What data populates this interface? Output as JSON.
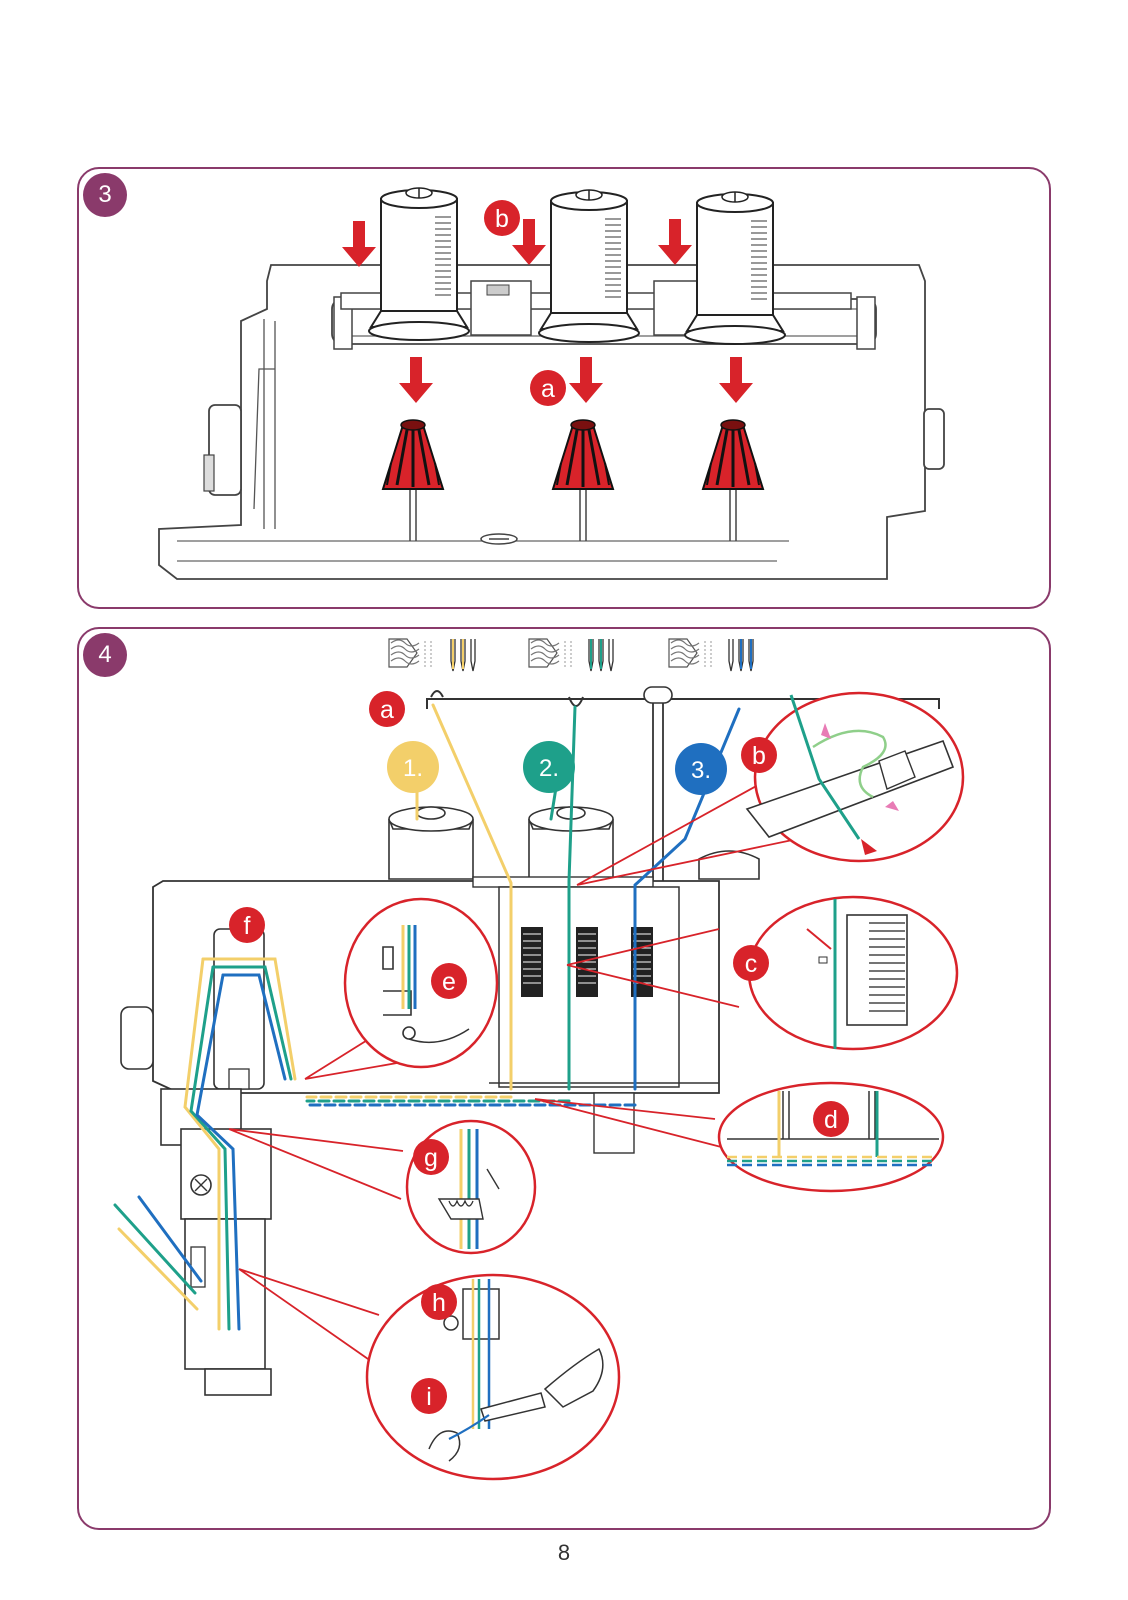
{
  "steps": [
    {
      "number": "3",
      "callouts": [
        "b",
        "a"
      ]
    },
    {
      "number": "4",
      "callouts": [
        "a",
        "b",
        "c",
        "d",
        "e",
        "f",
        "g",
        "h",
        "i"
      ],
      "thread_order": [
        "1.",
        "2.",
        "3."
      ]
    }
  ],
  "colors": {
    "frame": "#8a3a6b",
    "callout_red": "#d8232a",
    "thread_yellow": "#f3cf6a",
    "thread_green": "#1ea08a",
    "thread_blue": "#1f6fc0",
    "arrow_pink": "#e87bb5"
  },
  "page_number": "8"
}
